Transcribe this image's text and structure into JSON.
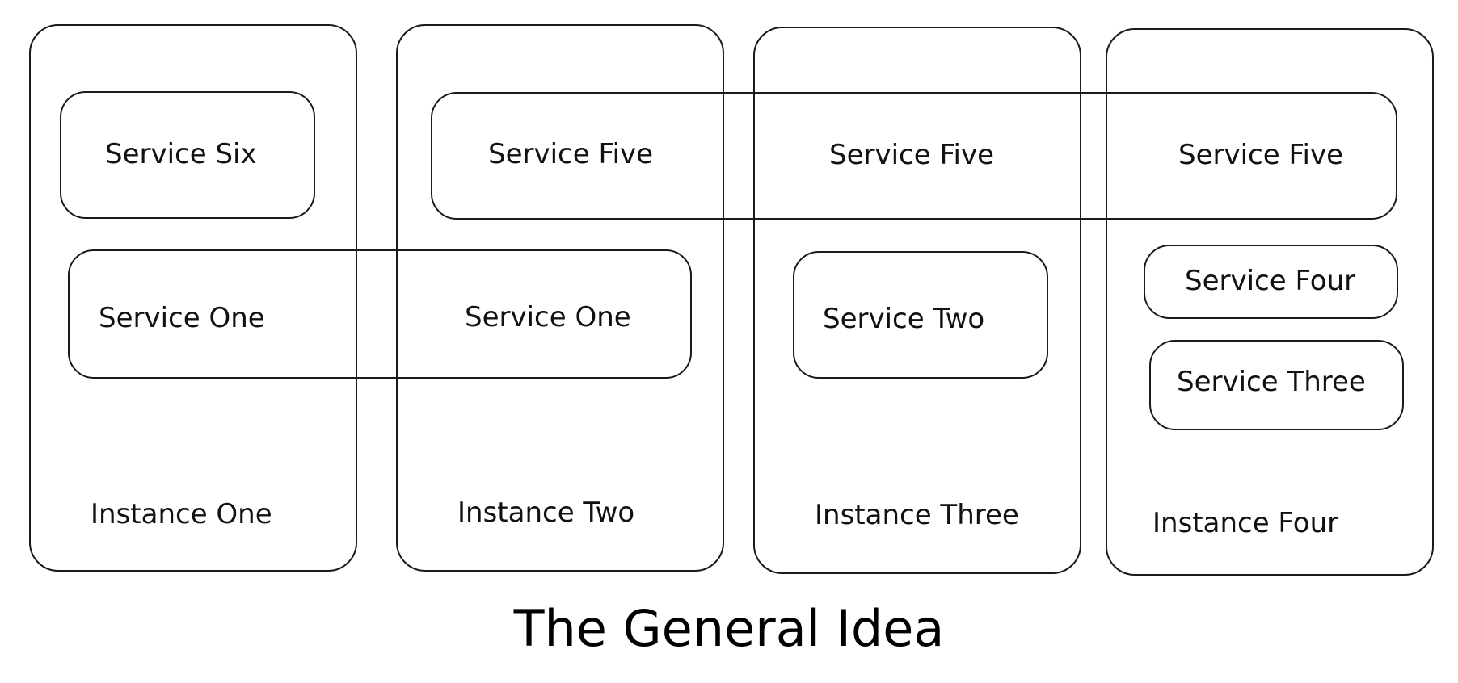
{
  "title": "The General Idea",
  "instances": [
    {
      "label": "Instance One"
    },
    {
      "label": "Instance Two"
    },
    {
      "label": "Instance Three"
    },
    {
      "label": "Instance Four"
    }
  ],
  "services": {
    "six": "Service Six",
    "five_a": "Service Five",
    "five_b": "Service Five",
    "five_c": "Service Five",
    "one_a": "Service One",
    "one_b": "Service One",
    "two": "Service Two",
    "four": "Service Four",
    "three": "Service Three"
  }
}
